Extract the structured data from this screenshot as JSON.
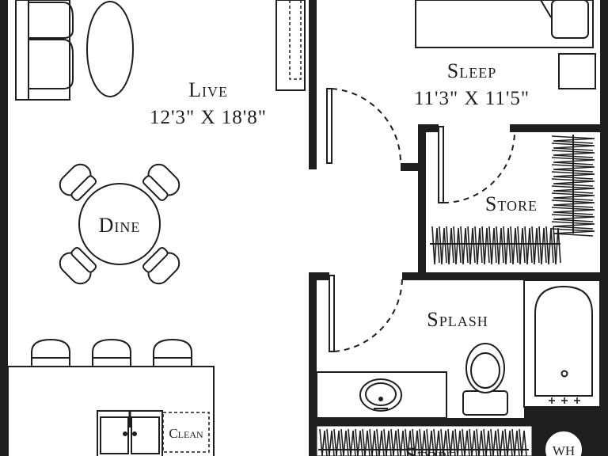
{
  "floor_plan": {
    "rooms": {
      "live": {
        "name": "Live",
        "dims": "12'3\" X 18'8\""
      },
      "sleep": {
        "name": "Sleep",
        "dims": "11'3\" X 11'5\""
      },
      "dine": {
        "name": "Dine"
      },
      "store_closet": {
        "name": "Store"
      },
      "splash": {
        "name": "Splash"
      },
      "store_bottom": {
        "name": "Store"
      }
    },
    "fixtures": {
      "clean": "Clean",
      "water_heater": "WH"
    },
    "colors": {
      "wall": "#1e1e1e",
      "paper": "#ffffff"
    }
  }
}
